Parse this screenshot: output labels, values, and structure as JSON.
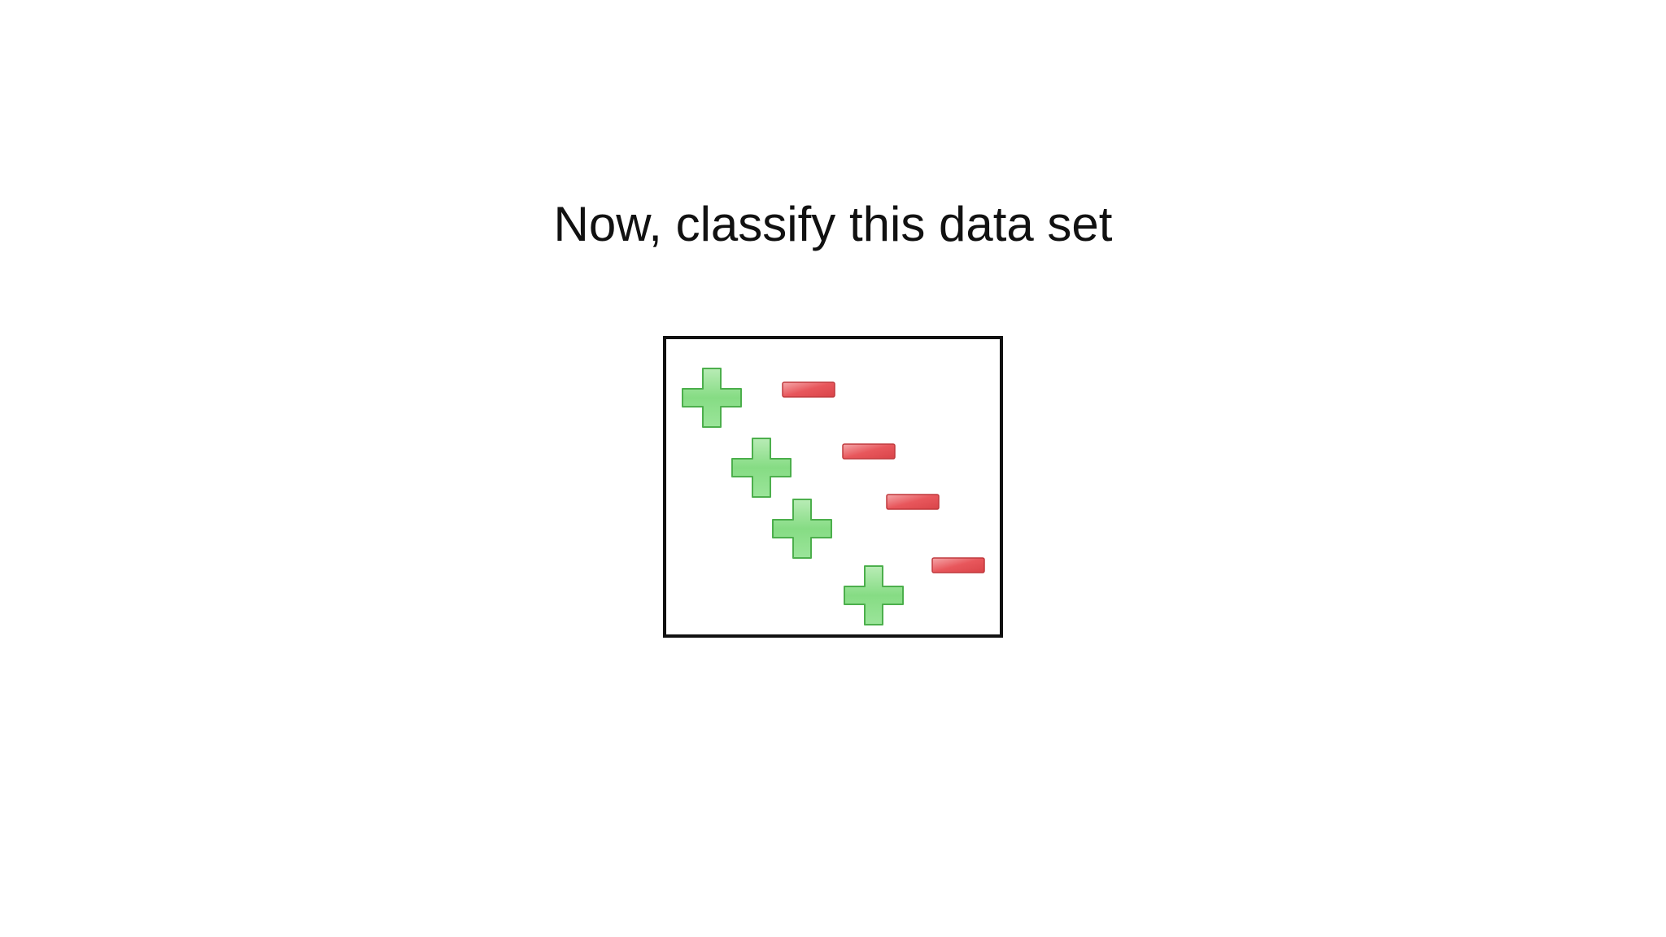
{
  "slide": {
    "title": "Now, classify this data set"
  },
  "figure": {
    "frame_color": "#111111",
    "plus_color": "#7fd67f",
    "plus_edge_color": "#4caf4c",
    "minus_color": "#e85a5e",
    "minus_edge_color": "#c0393d",
    "plus_icon": "plus-icon",
    "minus_icon": "minus-icon",
    "positive_points": 4,
    "negative_points": 4
  }
}
